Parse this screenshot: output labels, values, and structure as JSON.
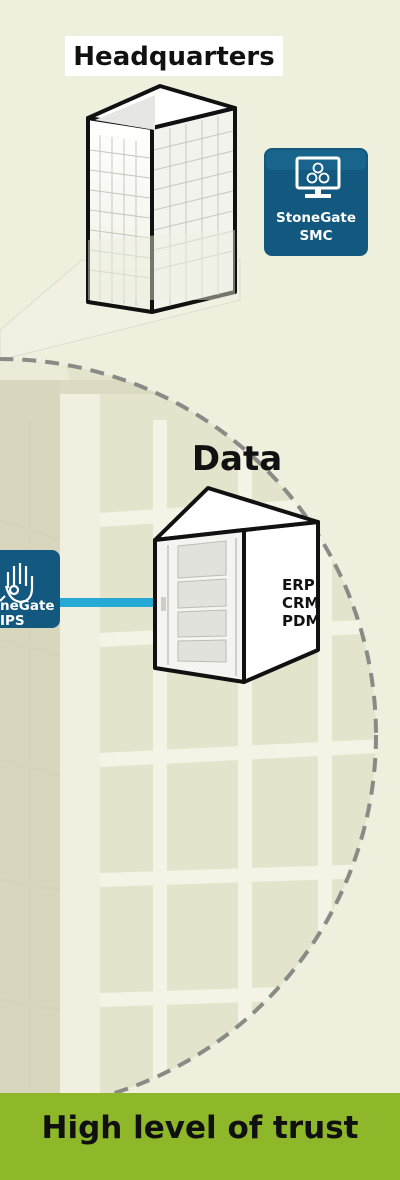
{
  "headquarters_label": "Headquarters",
  "data_label": "Data",
  "data_apps": [
    "ERP",
    "CRM",
    "PDM"
  ],
  "smc_badge": {
    "line1": "StoneGate",
    "line2": "SMC",
    "icon": "monitor-gears-icon"
  },
  "ips_badge": {
    "line1": "neGate",
    "line2": "IPS",
    "icon": "hand-shield-icon"
  },
  "footer_text": "High level of trust",
  "colors": {
    "background": "#eef0dd",
    "footer": "#8fb72a",
    "badge": "#12587f",
    "connection": "#27a9d6",
    "dashed_circle": "#8a8a86"
  }
}
